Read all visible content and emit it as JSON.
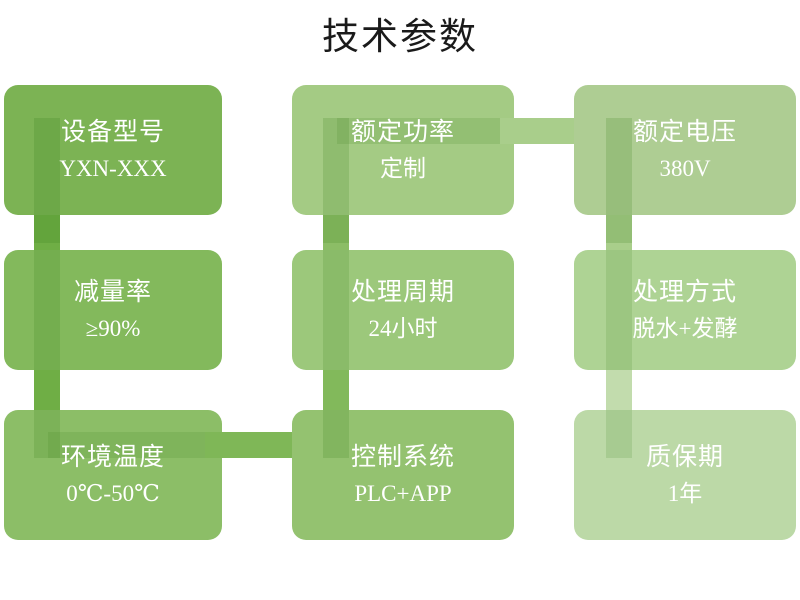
{
  "page": {
    "title": "技术参数",
    "background": "#ffffff",
    "title_color": "#1a1a1a"
  },
  "palette": {
    "green_darkest": "#7CB354",
    "green_dark": "#86BA60",
    "green_mid": "#94C270",
    "green_light": "#A4CB84",
    "green_lighter": "#AECD93",
    "green_lightest": "#BED9A6",
    "connector_dark": "#6FAE45",
    "connector_mid": "#8CBD66",
    "connector_light": "#A9CE8B",
    "connector_lightest": "#C2DCAD",
    "text_on_card": "#ffffff"
  },
  "cards": [
    {
      "id": "device-model",
      "title": "设备型号",
      "value": "YXN-XXX",
      "fill": "#7CB354",
      "bracket": "#6FAE45"
    },
    {
      "id": "rated-power",
      "title": "额定功率",
      "value": "定制",
      "fill": "#A4CB84",
      "bracket": "#8CBD66"
    },
    {
      "id": "rated-voltage",
      "title": "额定电压",
      "value": "380V",
      "fill": "#AECD93",
      "bracket": "#8CBD66"
    },
    {
      "id": "reduction-rate",
      "title": "减量率",
      "value": "≥90%",
      "fill": "#83B95C",
      "bracket": "#6FAE45"
    },
    {
      "id": "treatment-cycle",
      "title": "处理周期",
      "value": "24小时",
      "fill": "#9CC87B",
      "bracket": "#82B95B"
    },
    {
      "id": "treatment-method",
      "title": "处理方式",
      "value": "脱水+发酵",
      "fill": "#AED394",
      "bracket": "#9AC77A"
    },
    {
      "id": "ambient-temperature",
      "title": "环境温度",
      "value": "0℃-50℃",
      "fill": "#8CBE67",
      "bracket": "#77B44D"
    },
    {
      "id": "control-system",
      "title": "控制系统",
      "value": "PLC+APP",
      "fill": "#94C270",
      "bracket": "#7FB757"
    },
    {
      "id": "warranty-period",
      "title": "质保期",
      "value": "1年",
      "fill": "#BCD9A7",
      "bracket": "#A6CE8C"
    }
  ],
  "connectors": [
    {
      "id": "h-power-to-voltage",
      "orientation": "horizontal",
      "color": "#A9CE8B"
    },
    {
      "id": "h-temp-to-control",
      "orientation": "horizontal",
      "color": "#7FB757"
    },
    {
      "id": "v-col1-row1-row2",
      "orientation": "vertical",
      "color": "#6FAE45"
    },
    {
      "id": "v-col1-row2-row3",
      "orientation": "vertical",
      "color": "#6FAE45"
    },
    {
      "id": "v-col2-row1-row2",
      "orientation": "vertical",
      "color": "#8CBD66"
    },
    {
      "id": "v-col2-row2-row3",
      "orientation": "vertical",
      "color": "#82B95B"
    },
    {
      "id": "v-col3-row1-row2",
      "orientation": "vertical",
      "color": "#A9CE8B"
    },
    {
      "id": "v-col3-row2-row3",
      "orientation": "vertical",
      "color": "#C2DCAD"
    }
  ]
}
